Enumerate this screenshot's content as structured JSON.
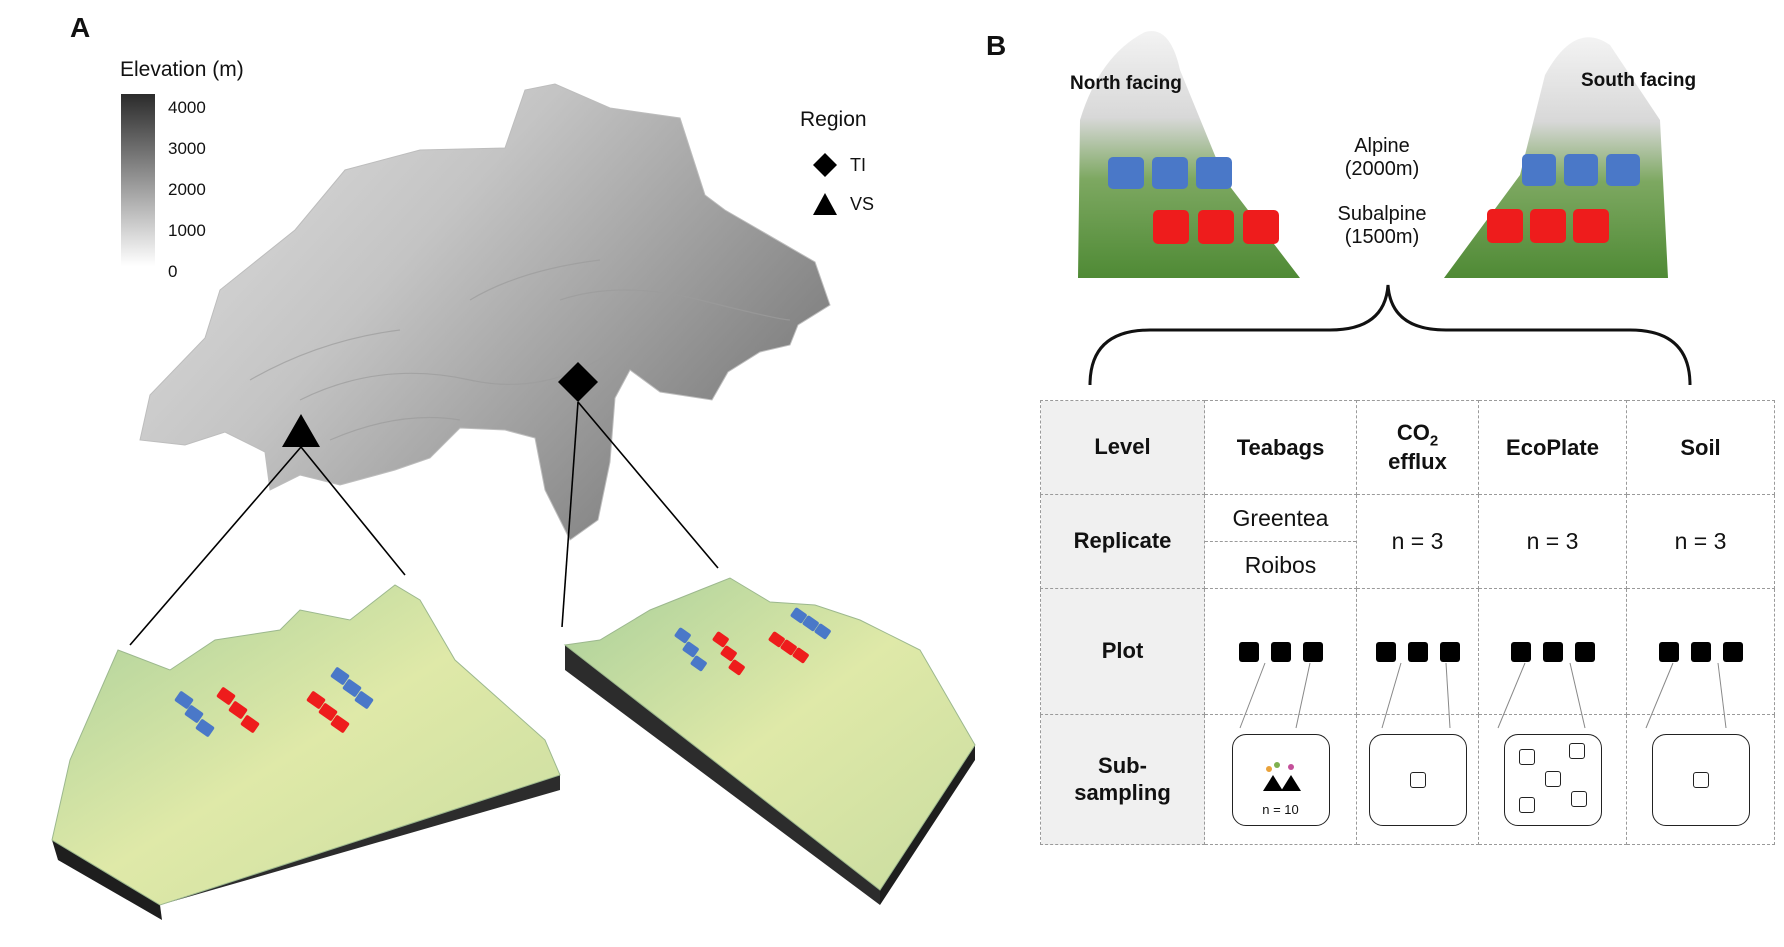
{
  "panel_a": {
    "letter": "A",
    "legend_title": "Elevation (m)",
    "elevation_ticks": [
      "4000",
      "3000",
      "2000",
      "1000",
      "0"
    ],
    "region_title": "Region",
    "regions": [
      {
        "code": "TI",
        "marker": "diamond"
      },
      {
        "code": "VS",
        "marker": "triangle"
      }
    ]
  },
  "panel_b": {
    "letter": "B",
    "north_label": "North facing",
    "south_label": "South facing",
    "alpine_label": "Alpine",
    "alpine_elev": "(2000m)",
    "subalpine_label": "Subalpine",
    "subalpine_elev": "(1500m)",
    "table": {
      "headers": {
        "level": "Level",
        "teabags": "Teabags",
        "co2_main": "CO",
        "co2_sub": "2",
        "co2_rest": "efflux",
        "ecoplate": "EcoPlate",
        "soil": "Soil"
      },
      "rows": {
        "replicate": "Replicate",
        "plot": "Plot",
        "sub_line1": "Sub-",
        "sub_line2": "sampling"
      },
      "teabag_types": [
        "Greentea",
        "Roibos"
      ],
      "replicates": {
        "co2": "n = 3",
        "ecoplate": "n = 3",
        "soil": "n = 3"
      },
      "teabag_subsample": "n = 10"
    }
  },
  "colors": {
    "alpine": "#4a78c8",
    "subalpine": "#ee1c1c",
    "terrain": "#d9e7a8",
    "slope_green": "#4f8a35"
  }
}
